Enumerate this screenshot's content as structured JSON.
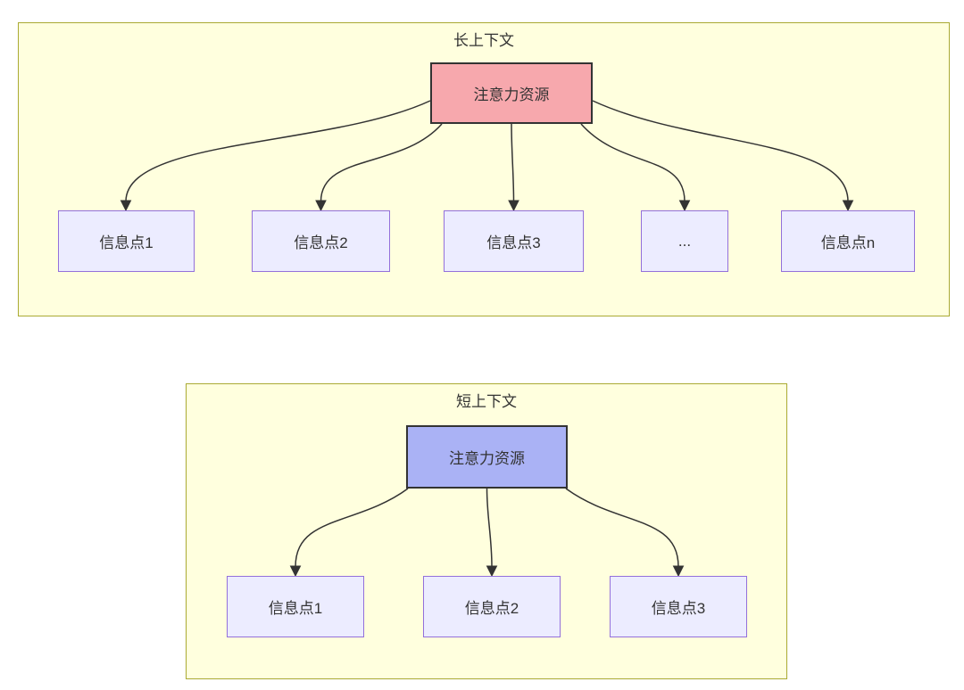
{
  "colors": {
    "cluster_fill": "#ffffde",
    "cluster_border": "#aaaa33",
    "node_fill": "#ececff",
    "node_border": "#9370db",
    "attention_long_fill": "#f7a8ad",
    "attention_short_fill": "#aab2f5",
    "attention_border": "#333333",
    "line": "#333333",
    "text": "#333333"
  },
  "long_context": {
    "title": "长上下文",
    "attention_label": "注意力资源",
    "targets": [
      {
        "label": "信息点1"
      },
      {
        "label": "信息点2"
      },
      {
        "label": "信息点3"
      },
      {
        "label": "..."
      },
      {
        "label": "信息点n"
      }
    ]
  },
  "short_context": {
    "title": "短上下文",
    "attention_label": "注意力资源",
    "targets": [
      {
        "label": "信息点1"
      },
      {
        "label": "信息点2"
      },
      {
        "label": "信息点3"
      }
    ]
  }
}
